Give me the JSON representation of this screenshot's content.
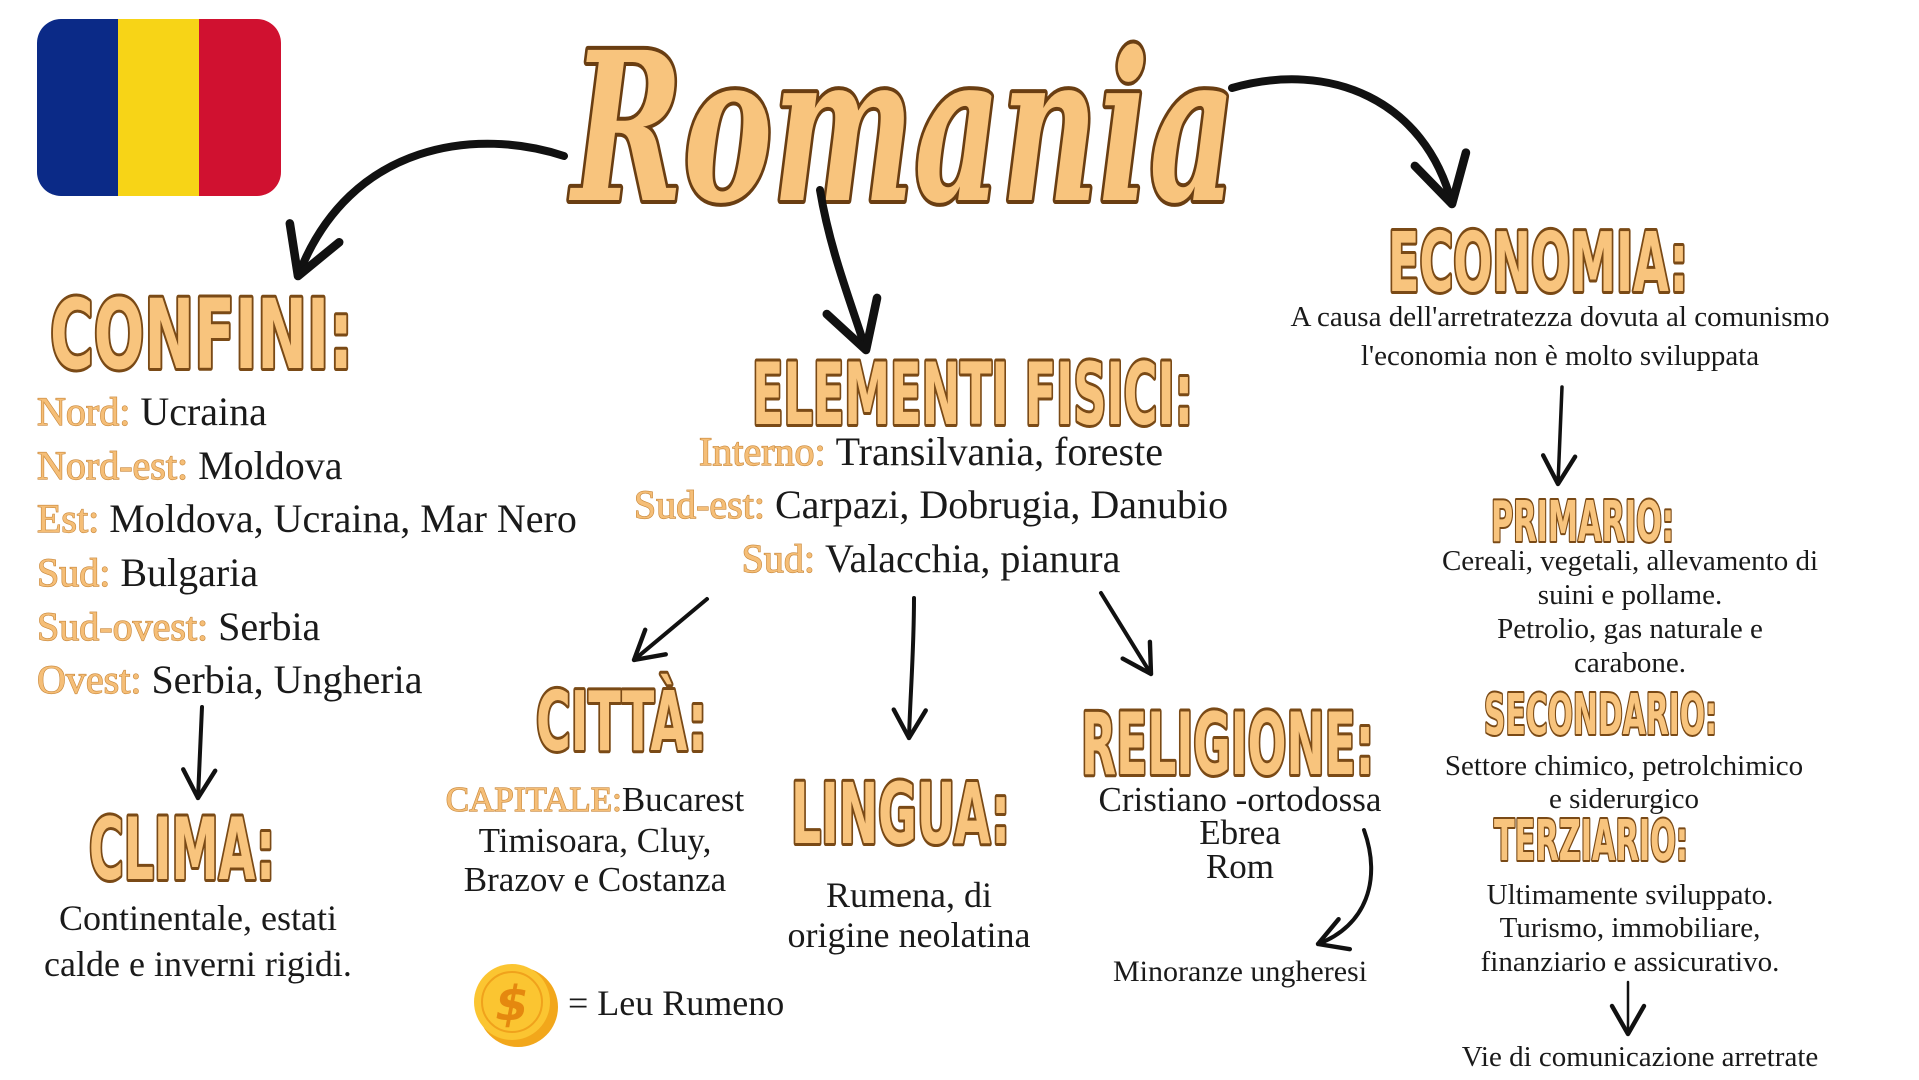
{
  "colors": {
    "heading_fill": "#F8C47D",
    "label": "#F5BE77",
    "arrow": "#111111",
    "coin_outer": "#F2A71B",
    "coin_inner": "#FBC531",
    "coin_symbol": "#E5880F"
  },
  "flag": {
    "colors": [
      "#0B2A87",
      "#F7D417",
      "#D01130"
    ]
  },
  "title": "Romania",
  "confini": {
    "heading": "CONFINI:",
    "items": [
      {
        "label": "Nord:",
        "value": "Ucraina"
      },
      {
        "label": "Nord-est:",
        "value": "Moldova"
      },
      {
        "label": "Est:",
        "value": "Moldova, Ucraina, Mar Nero"
      },
      {
        "label": "Sud:",
        "value": "Bulgaria"
      },
      {
        "label": "Sud-ovest:",
        "value": "Serbia"
      },
      {
        "label": "Ovest:",
        "value": "Serbia, Ungheria"
      }
    ]
  },
  "clima": {
    "heading": "CLIMA:",
    "lines": [
      "Continentale, estati",
      "calde e inverni rigidi."
    ]
  },
  "elementi_fisici": {
    "heading": "ELEMENTI FISICI:",
    "items": [
      {
        "label": "Interno:",
        "value": "Transilvania, foreste"
      },
      {
        "label": "Sud-est:",
        "value": "Carpazi, Dobrugia, Danubio"
      },
      {
        "label": "Sud:",
        "value": "Valacchia, pianura"
      }
    ]
  },
  "citta": {
    "heading": "CITTÀ:",
    "capital_label": "CAPITALE:",
    "capital": "Bucarest",
    "lines": [
      "Timisoara, Cluy,",
      "Brazov e Costanza"
    ]
  },
  "lingua": {
    "heading": "LINGUA:",
    "lines": [
      "Rumena, di",
      "origine neolatina"
    ]
  },
  "valuta": {
    "icon": "coin-dollar-icon",
    "symbol": "$",
    "text": "= Leu Rumeno"
  },
  "religione": {
    "heading": "RELIGIONE:",
    "lines": [
      "Cristiano -ortodossa",
      "Ebrea",
      "Rom"
    ],
    "note": "Minoranze ungheresi"
  },
  "economia": {
    "heading": "ECONOMIA:",
    "intro": [
      "A causa dell'arretratezza dovuta al comunismo",
      "l'economia non è molto sviluppata"
    ],
    "primario": {
      "heading": "PRIMARIO:",
      "lines": [
        "Cereali, vegetali, allevamento di",
        "suini e pollame.",
        "Petrolio, gas naturale e",
        "carabone."
      ]
    },
    "secondario": {
      "heading": "SECONDARIO:",
      "lines": [
        "Settore chimico, petrolchimico",
        "e siderurgico"
      ]
    },
    "terziario": {
      "heading": "TERZIARIO:",
      "lines": [
        "Ultimamente sviluppato.",
        "Turismo, immobiliare,",
        "finanziario e assicurativo."
      ],
      "note": "Vie di comunicazione arretrate"
    }
  }
}
